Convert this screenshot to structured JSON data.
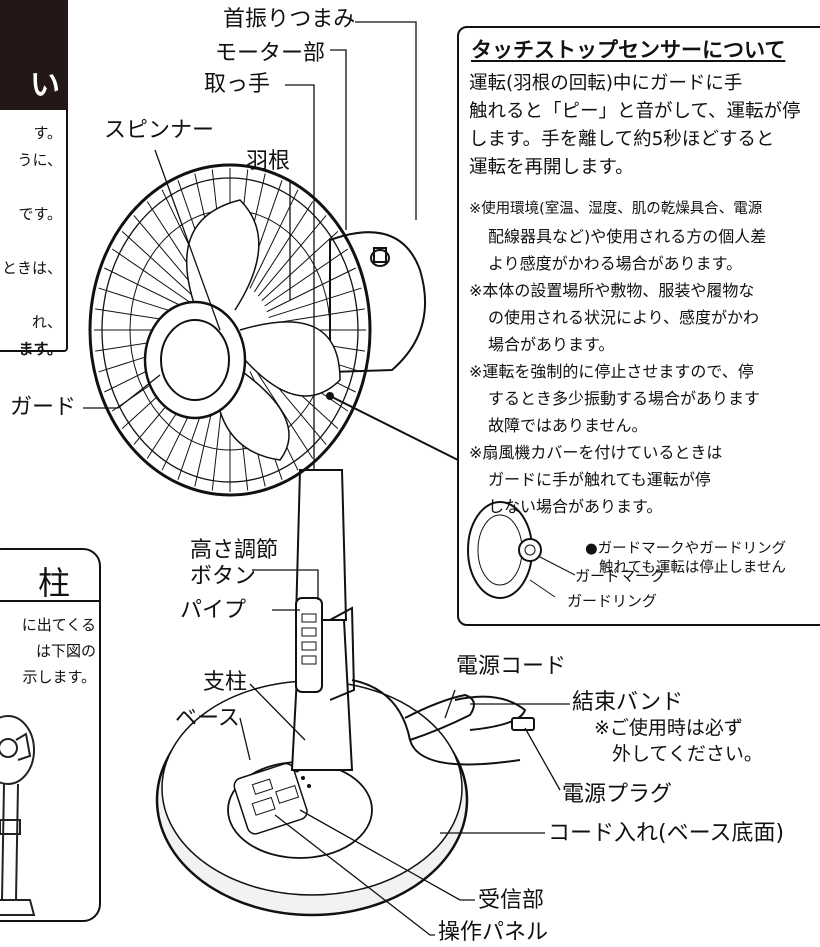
{
  "labels": {
    "neck_knob": "首振りつまみ",
    "motor": "モーター部",
    "handle": "取っ手",
    "spinner": "スピンナー",
    "blade": "羽根",
    "guard": "ガード",
    "height_button_1": "高さ調節",
    "height_button_2": "ボタン",
    "pipe": "パイプ",
    "pillar": "支柱",
    "base": "ベース",
    "power_cord": "電源コード",
    "tie_band": "結束バンド",
    "tie_note_1": "※ご使用時は必ず",
    "tie_note_2": "外してください。",
    "power_plug": "電源プラグ",
    "cord_storage": "コード入れ(ベース底面)",
    "receiver": "受信部",
    "panel": "操作パネル"
  },
  "top_left_box": {
    "title": "い",
    "lines": [
      "す。",
      "うに、",
      "",
      "です。",
      "",
      "ときは、",
      "",
      "れ、",
      "ます。"
    ]
  },
  "left_bottom_box": {
    "title": "柱",
    "lines": [
      "に出てくる",
      "は下図の",
      "示します。"
    ]
  },
  "touch_stop": {
    "title": "タッチストップセンサーについて",
    "main_lines": [
      "運転(羽根の回転)中にガードに手",
      "触れると「ピー」と音がして、運転が停",
      "します。手を離して約5秒ほどすると",
      "運転を再開します。"
    ],
    "notes": [
      "※使用環境(室温、湿度、肌の乾燥具合、電源",
      "配線器具など)や使用される方の個人差",
      "より感度がかわる場合があります。",
      "※本体の設置場所や敷物、服装や履物な",
      "の使用される状況により、感度がかわ",
      "場合があります。",
      "※運転を強制的に停止させますので、停",
      "するとき多少振動する場合があります",
      "故障ではありません。",
      "※扇風機カバーを付けているときは",
      "ガードに手が触れても運転が停",
      "しない場合があります。"
    ],
    "bullet_1": "●ガードマークやガードリング",
    "bullet_2": "触れても運転は停止しません",
    "guard_mark": "ガードマーク",
    "guard_ring": "ガードリング"
  }
}
